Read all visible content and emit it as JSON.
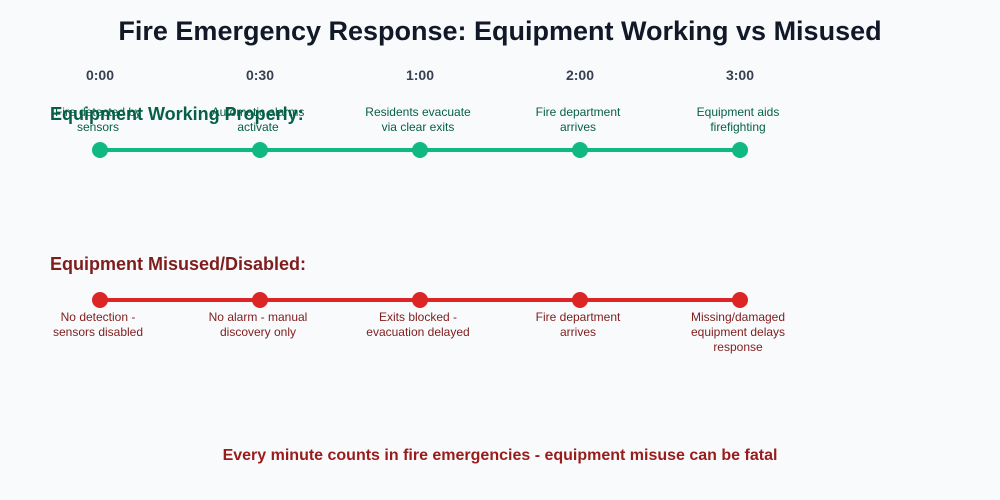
{
  "title": "Fire Emergency Response: Equipment Working vs Misused",
  "times": [
    "0:00",
    "0:30",
    "1:00",
    "2:00",
    "3:00"
  ],
  "working": {
    "heading": "Equipment Working Properly:",
    "color": "#10b981",
    "events": [
      [
        "Fire detected by",
        "sensors"
      ],
      [
        "Automatic alarms",
        "activate"
      ],
      [
        "Residents evacuate",
        "via clear exits"
      ],
      [
        "Fire department",
        "arrives"
      ],
      [
        "Equipment aids",
        "firefighting"
      ]
    ]
  },
  "misused": {
    "heading": "Equipment Misused/Disabled:",
    "color": "#dc2626",
    "events": [
      [
        "No detection -",
        "sensors disabled"
      ],
      [
        "No alarm - manual",
        "discovery only"
      ],
      [
        "Exits blocked -",
        "evacuation delayed"
      ],
      [
        "Fire department",
        "arrives"
      ],
      [
        "Missing/damaged",
        "equipment delays",
        "response"
      ]
    ]
  },
  "footer": "Every minute counts in fire emergencies - equipment misuse can be fatal"
}
